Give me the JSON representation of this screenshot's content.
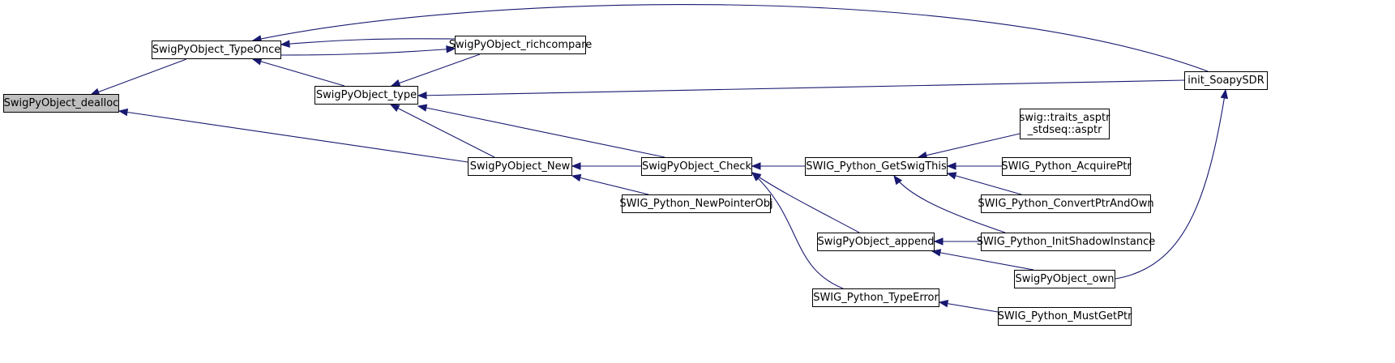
{
  "graph": {
    "edge_color": "#191970",
    "root_fill": "#bfbfbf",
    "node_fill": "#ffffff",
    "nodes": [
      {
        "id": "dealloc",
        "lines": [
          "SwigPyObject_dealloc"
        ],
        "root": true
      },
      {
        "id": "typeonce",
        "lines": [
          "SwigPyObject_TypeOnce"
        ]
      },
      {
        "id": "type",
        "lines": [
          "SwigPyObject_type"
        ]
      },
      {
        "id": "new",
        "lines": [
          "SwigPyObject_New"
        ]
      },
      {
        "id": "richcompare",
        "lines": [
          "SwigPyObject_richcompare"
        ]
      },
      {
        "id": "check",
        "lines": [
          "SwigPyObject_Check"
        ]
      },
      {
        "id": "newpointerobj",
        "lines": [
          "SWIG_Python_NewPointerObj"
        ]
      },
      {
        "id": "getswigthis",
        "lines": [
          "SWIG_Python_GetSwigThis"
        ]
      },
      {
        "id": "append",
        "lines": [
          "SwigPyObject_append"
        ]
      },
      {
        "id": "typeerror",
        "lines": [
          "SWIG_Python_TypeError"
        ]
      },
      {
        "id": "asptr",
        "lines": [
          "swig::traits_asptr",
          "_stdseq::asptr"
        ]
      },
      {
        "id": "acquireptr",
        "lines": [
          "SWIG_Python_AcquirePtr"
        ]
      },
      {
        "id": "convertptrandown",
        "lines": [
          "SWIG_Python_ConvertPtrAndOwn"
        ]
      },
      {
        "id": "initshadow",
        "lines": [
          "SWIG_Python_InitShadowInstance"
        ]
      },
      {
        "id": "own",
        "lines": [
          "SwigPyObject_own"
        ]
      },
      {
        "id": "mustgetptr",
        "lines": [
          "SWIG_Python_MustGetPtr"
        ]
      },
      {
        "id": "initsoapy",
        "lines": [
          "init_SoapySDR"
        ]
      }
    ],
    "edges": [
      {
        "from": "typeonce",
        "to": "dealloc"
      },
      {
        "from": "new",
        "to": "dealloc"
      },
      {
        "from": "richcompare",
        "to": "typeonce"
      },
      {
        "from": "typeonce",
        "to": "richcompare"
      },
      {
        "from": "type",
        "to": "typeonce"
      },
      {
        "from": "initsoapy",
        "to": "typeonce"
      },
      {
        "from": "richcompare",
        "to": "type"
      },
      {
        "from": "new",
        "to": "type"
      },
      {
        "from": "check",
        "to": "type"
      },
      {
        "from": "initsoapy",
        "to": "type"
      },
      {
        "from": "check",
        "to": "new"
      },
      {
        "from": "newpointerobj",
        "to": "new"
      },
      {
        "from": "getswigthis",
        "to": "check"
      },
      {
        "from": "append",
        "to": "check"
      },
      {
        "from": "typeerror",
        "to": "check"
      },
      {
        "from": "asptr",
        "to": "getswigthis"
      },
      {
        "from": "acquireptr",
        "to": "getswigthis"
      },
      {
        "from": "convertptrandown",
        "to": "getswigthis"
      },
      {
        "from": "initshadow",
        "to": "getswigthis"
      },
      {
        "from": "initshadow",
        "to": "append"
      },
      {
        "from": "own",
        "to": "append"
      },
      {
        "from": "own",
        "to": "initsoapy"
      },
      {
        "from": "mustgetptr",
        "to": "typeerror"
      }
    ]
  }
}
